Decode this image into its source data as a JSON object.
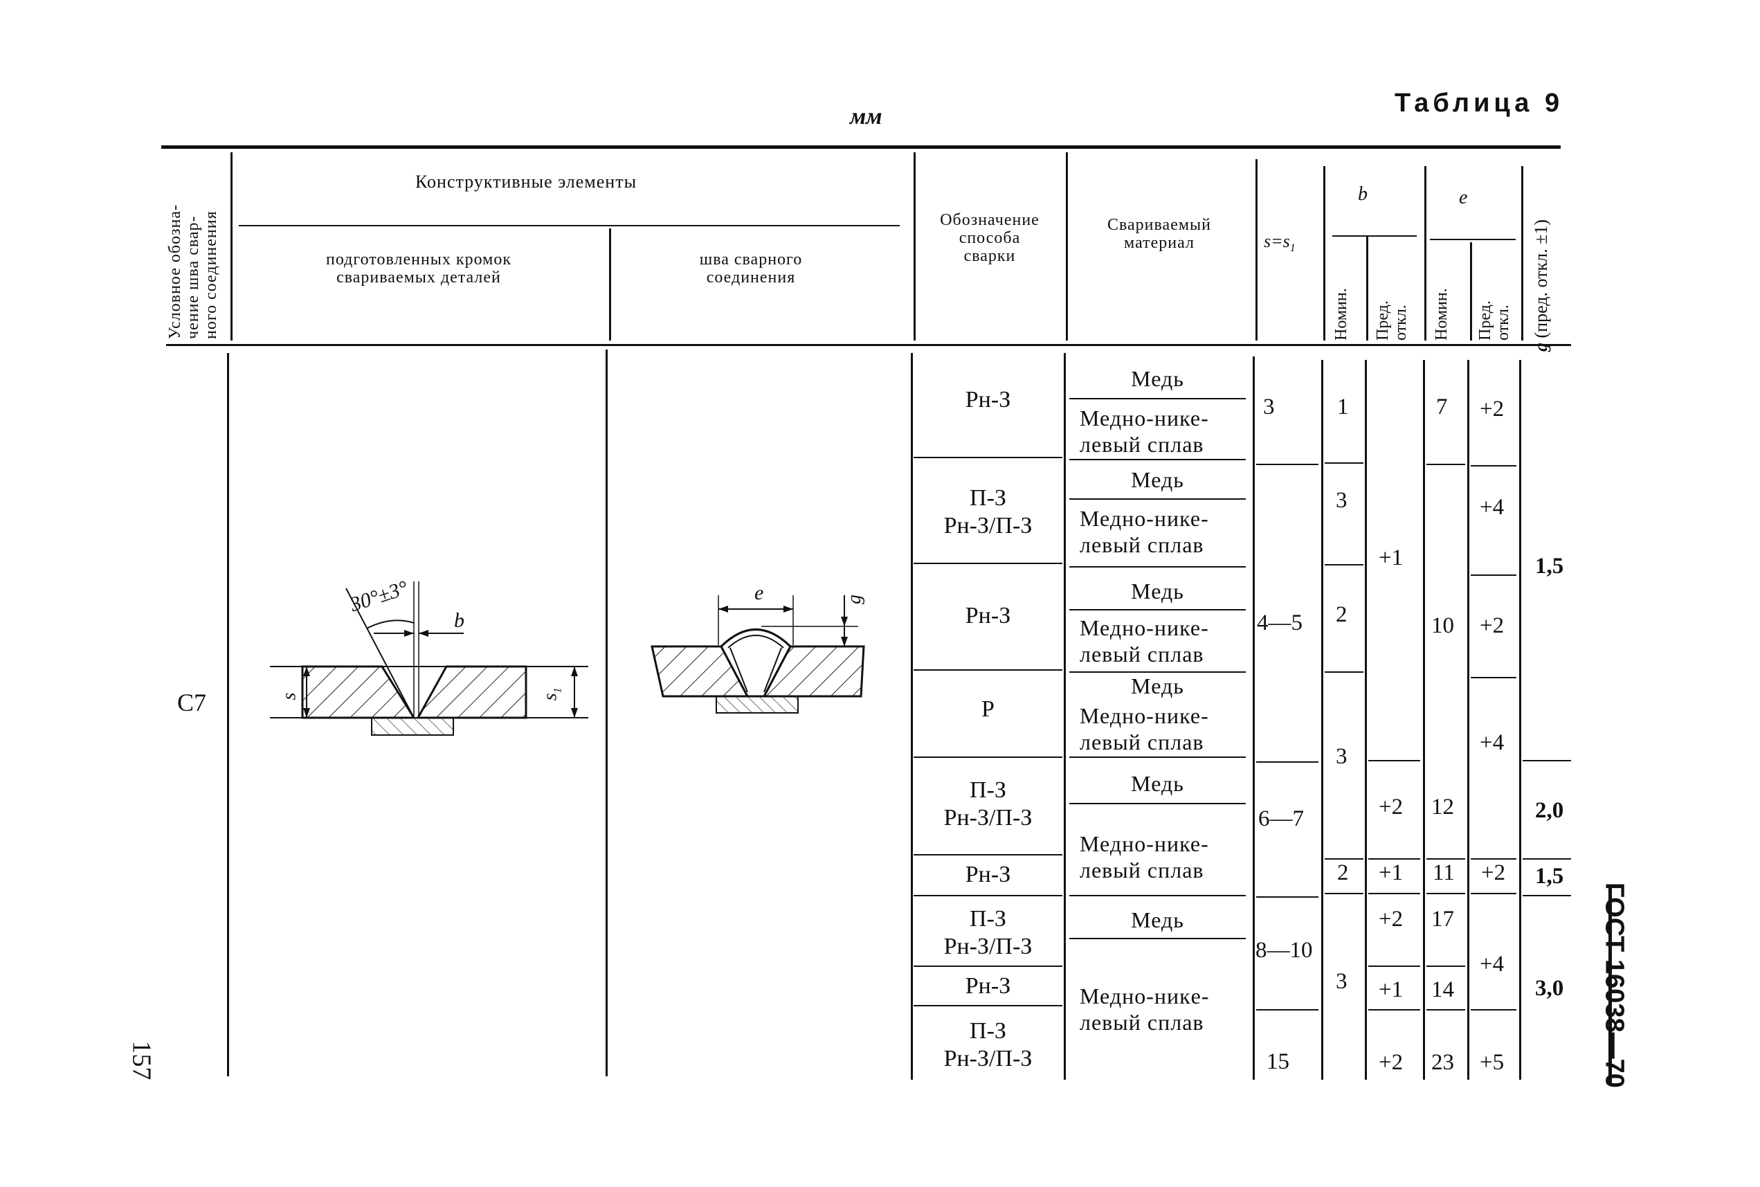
{
  "header": {
    "table_title": "Таблица 9",
    "units": "мм"
  },
  "columns": {
    "designation": [
      "Условное обозна-",
      "чение шва свар-",
      "ного соединения"
    ],
    "constructive": "Конструктивные элементы",
    "prepared_edges": [
      "подготовленных кромок",
      "свариваемых деталей"
    ],
    "weld_seam": [
      "шва сварного",
      "соединения"
    ],
    "method": [
      "Обозначение",
      "способа",
      "сварки"
    ],
    "material": [
      "Свариваемый",
      "материал"
    ],
    "s": "s=s",
    "s_sub": "1",
    "b": "b",
    "e": "e",
    "nomin": "Номин.",
    "pred": [
      "Пред.",
      "откл."
    ],
    "g": "g",
    "g_note": "(пред. откл. ±1)"
  },
  "row_label": "С7",
  "drawing": {
    "angle": "30°±3°",
    "b": "b",
    "s": "s",
    "s1": "s",
    "s1_sub": "1",
    "e": "e",
    "g": "g"
  },
  "methods": [
    "Рн-З",
    "П-З",
    "Рн-З/П-З",
    "Рн-З",
    "Р",
    "П-З",
    "Рн-З/П-З",
    "Рн-З",
    "П-З",
    "Рн-З/П-З",
    "Рн-З",
    "П-З",
    "Рн-З/П-З"
  ],
  "materials": {
    "copper": "Медь",
    "alloy_1": "Медно-нике-",
    "alloy_2": "левый сплав",
    "alloy_1b": "Медно-нике-",
    "alloy_2b": "левый сплав",
    "alloy_1c": "Медно-никe-",
    "alloy_2c": "левый сплав"
  },
  "s_values": [
    "3",
    "4—5",
    "6—7",
    "8—10",
    "15"
  ],
  "b_nomin": [
    "1",
    "3",
    "2",
    "3",
    "2",
    "3"
  ],
  "b_pred": [
    "+1",
    "+2",
    "+1",
    "+2",
    "+1",
    "+2"
  ],
  "e_nomin": [
    "7",
    "10",
    "12",
    "11",
    "17",
    "14",
    "23"
  ],
  "e_pred": [
    "+2",
    "+4",
    "+2",
    "+4",
    "+2",
    "+4",
    "+5"
  ],
  "g_values": [
    "1,5",
    "2,0",
    "1,5",
    "3,0"
  ],
  "side_standard": "ГОСТ 16038—70",
  "page_number": "157"
}
